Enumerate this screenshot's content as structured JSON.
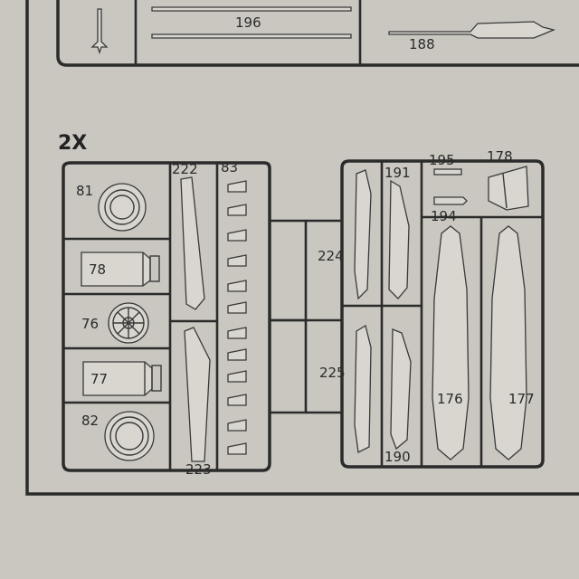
{
  "multiplier": "2X",
  "top_parts": {
    "p196": "196",
    "p188": "188"
  },
  "parts": {
    "p81": "81",
    "p78": "78",
    "p76": "76",
    "p77": "77",
    "p82": "82",
    "p222": "222",
    "p83": "83",
    "p223": "223",
    "p224": "224",
    "p225": "225",
    "p191": "191",
    "p190": "190",
    "p195": "195",
    "p178": "178",
    "p194": "194",
    "p176": "176",
    "p177": "177"
  },
  "colors": {
    "paper": "#c9c7c0",
    "ink": "#2b2b2b"
  }
}
